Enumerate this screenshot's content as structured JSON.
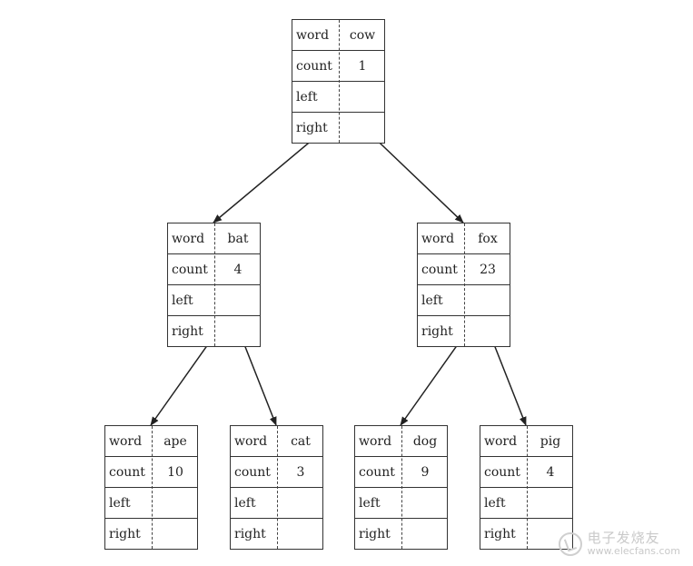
{
  "tree": {
    "field_labels": {
      "word": "word",
      "count": "count",
      "left": "left",
      "right": "right"
    },
    "nodes": [
      {
        "id": "cow",
        "word": "cow",
        "count": "1"
      },
      {
        "id": "bat",
        "word": "bat",
        "count": "4"
      },
      {
        "id": "fox",
        "word": "fox",
        "count": "23"
      },
      {
        "id": "ape",
        "word": "ape",
        "count": "10"
      },
      {
        "id": "cat",
        "word": "cat",
        "count": "3"
      },
      {
        "id": "dog",
        "word": "dog",
        "count": "9"
      },
      {
        "id": "pig",
        "word": "pig",
        "count": "4"
      }
    ],
    "edges": [
      {
        "from": "cow",
        "to": "bat",
        "pointer": "left"
      },
      {
        "from": "cow",
        "to": "fox",
        "pointer": "right"
      },
      {
        "from": "bat",
        "to": "ape",
        "pointer": "left"
      },
      {
        "from": "bat",
        "to": "cat",
        "pointer": "right"
      },
      {
        "from": "fox",
        "to": "dog",
        "pointer": "left"
      },
      {
        "from": "fox",
        "to": "pig",
        "pointer": "right"
      }
    ]
  },
  "watermark": {
    "chinese": "电子发烧友",
    "site": "www.elecfans.com"
  }
}
